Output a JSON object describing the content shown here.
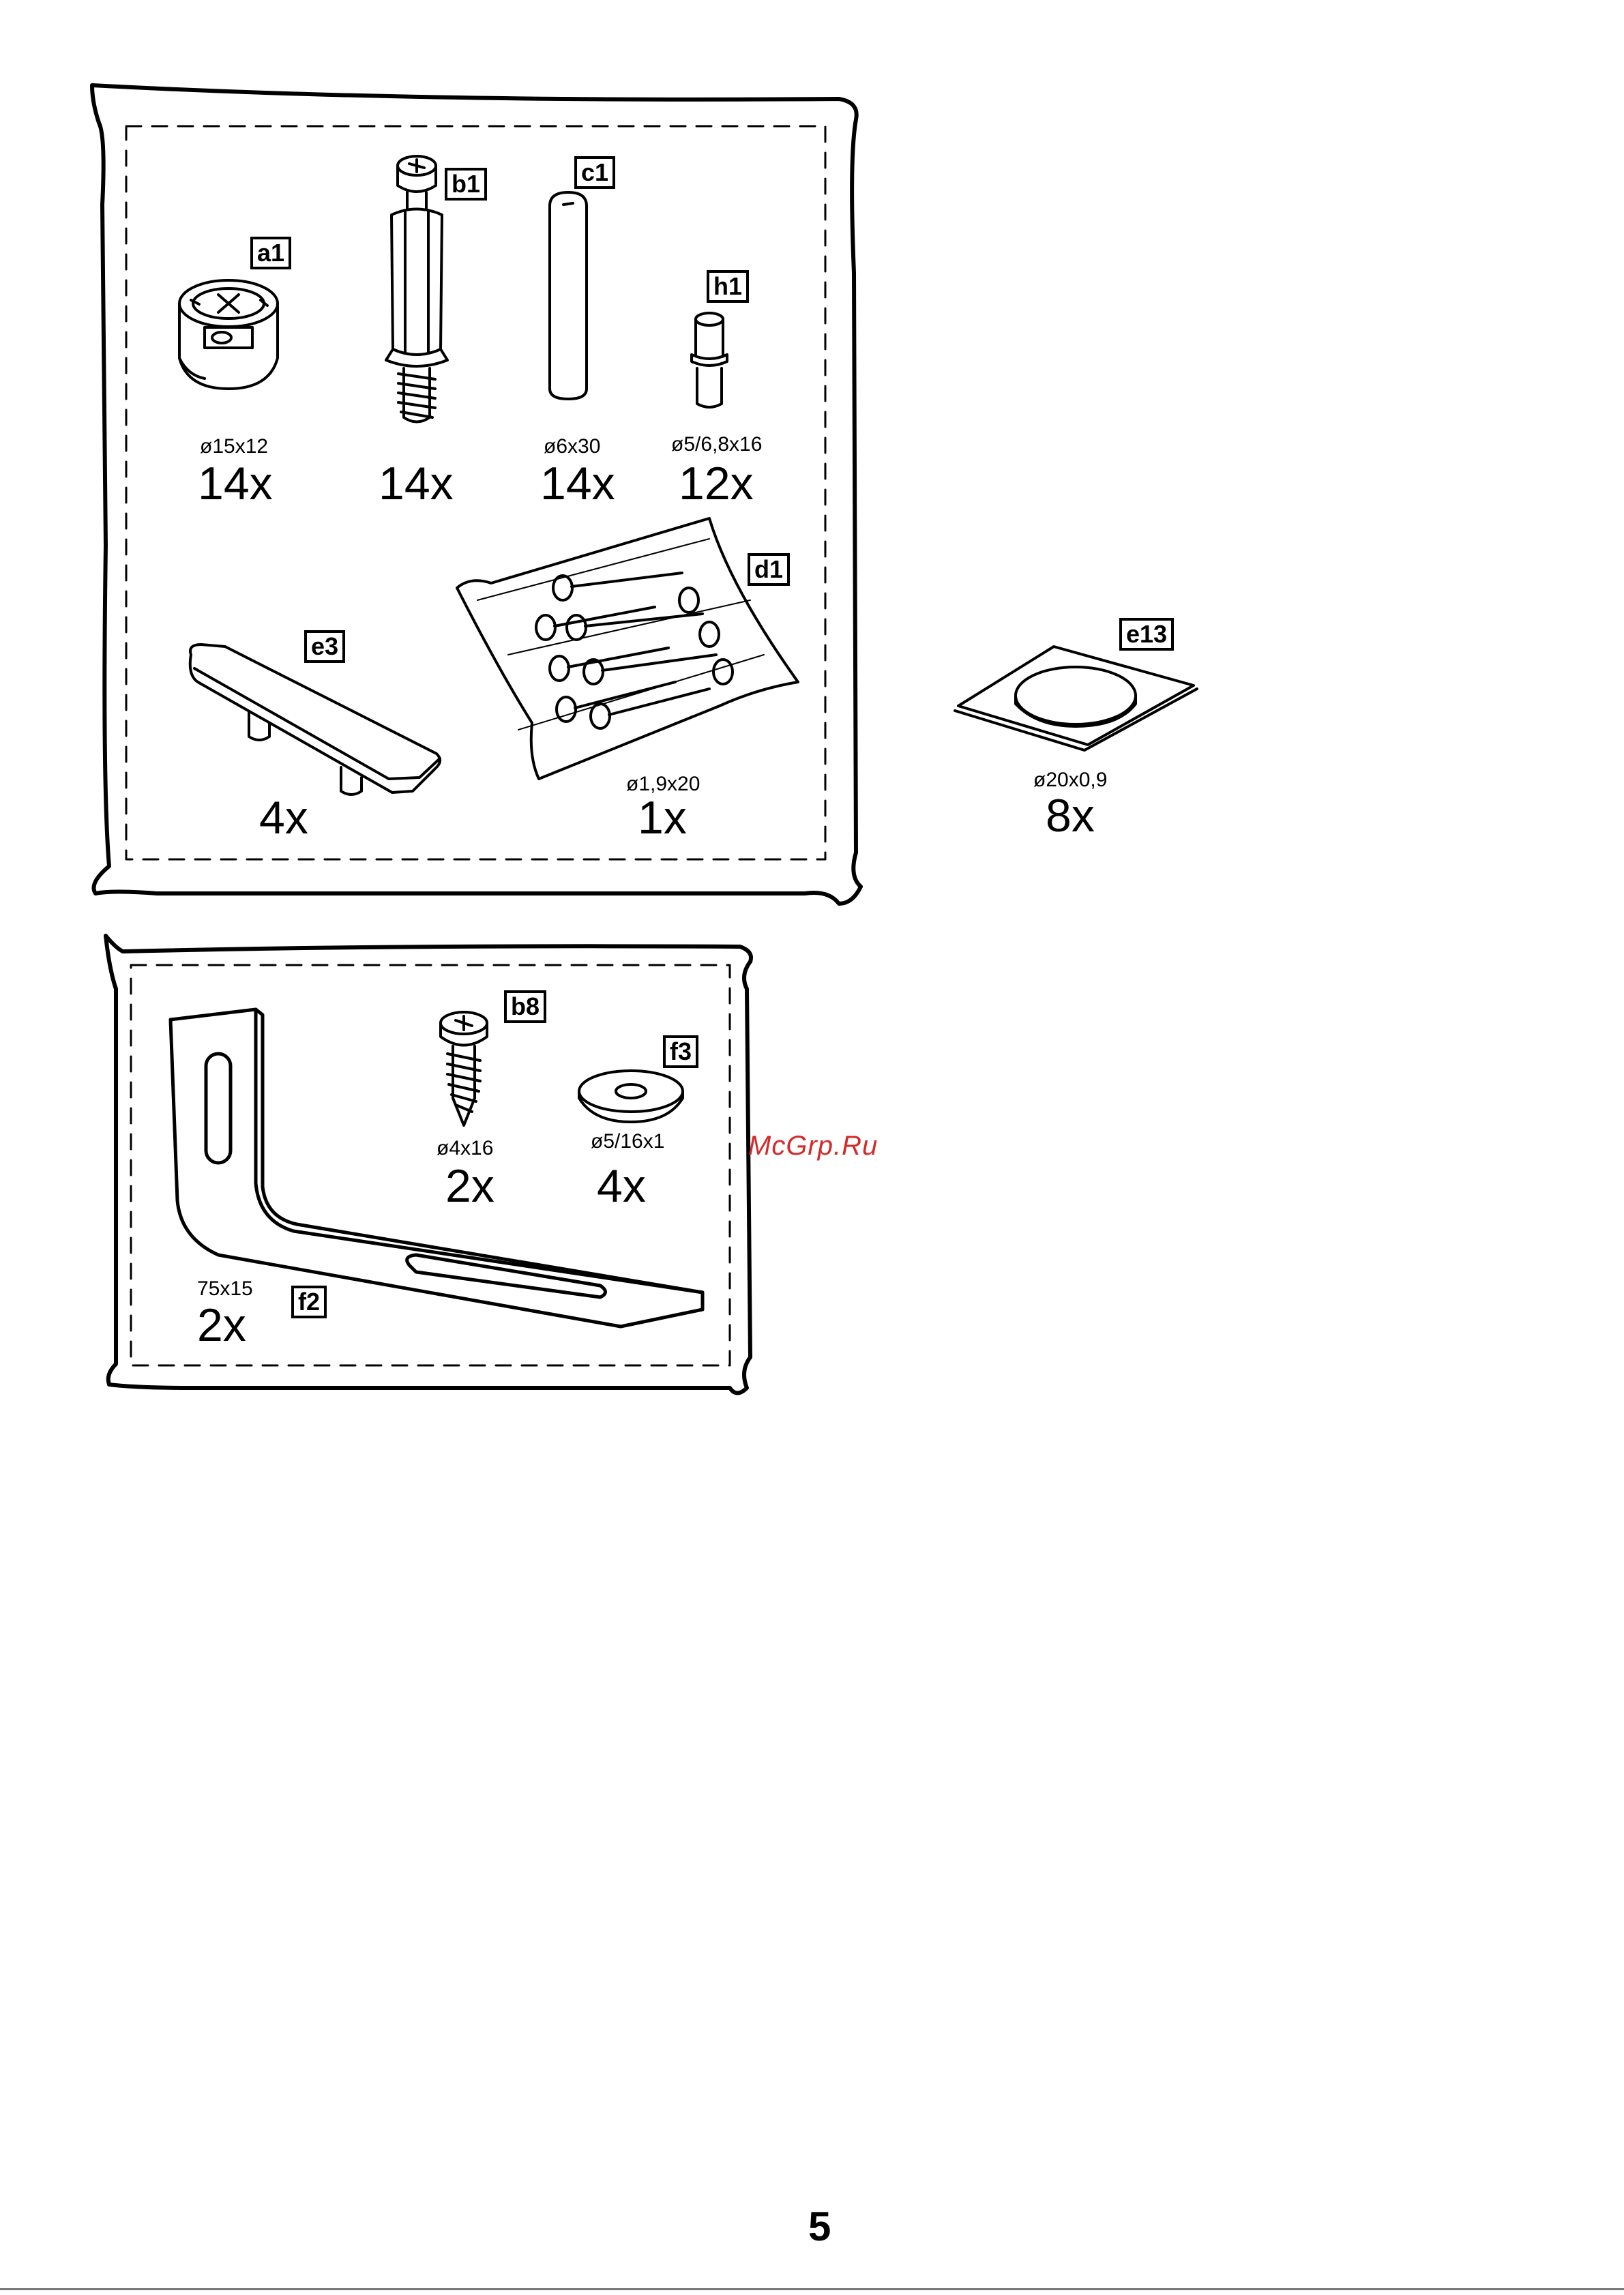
{
  "pack1": {
    "items": [
      {
        "label": "a1",
        "dimension": "ø15x12",
        "quantity": "14x",
        "icon": "cam-lock-nut-icon"
      },
      {
        "label": "b1",
        "dimension": "",
        "quantity": "14x",
        "icon": "connector-bolt-icon"
      },
      {
        "label": "c1",
        "dimension": "ø6x30",
        "quantity": "14x",
        "icon": "wooden-dowel-icon"
      },
      {
        "label": "h1",
        "dimension": "ø5/6,8x16",
        "quantity": "12x",
        "icon": "shelf-pin-icon"
      },
      {
        "label": "e3",
        "dimension": "",
        "quantity": "4x",
        "icon": "handle-icon"
      },
      {
        "label": "d1",
        "dimension": "ø1,9x20",
        "quantity": "1x",
        "icon": "nail-bag-icon"
      }
    ]
  },
  "loose": {
    "items": [
      {
        "label": "e13",
        "dimension": "ø20x0,9",
        "quantity": "8x",
        "icon": "felt-pad-icon"
      }
    ]
  },
  "pack2": {
    "items": [
      {
        "label": "b8",
        "dimension": "ø4x16",
        "quantity": "2x",
        "icon": "screw-icon"
      },
      {
        "label": "f3",
        "dimension": "ø5/16x1",
        "quantity": "4x",
        "icon": "washer-icon"
      },
      {
        "label": "f2",
        "dimension": "75x15",
        "quantity": "2x",
        "icon": "angle-bracket-icon"
      }
    ]
  },
  "watermark": "McGrp.Ru",
  "page_number": "5"
}
